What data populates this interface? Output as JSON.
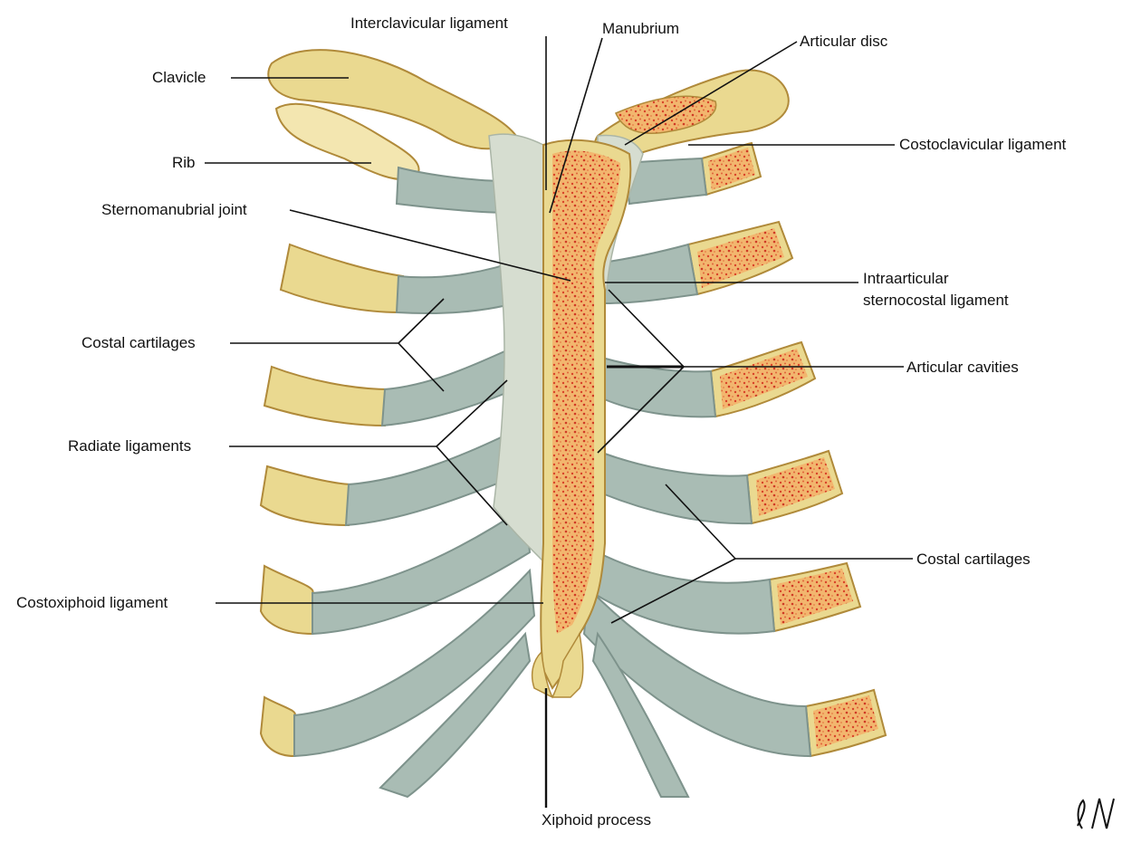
{
  "diagram": {
    "labels": {
      "interclavicular_ligament": "Interclavicular ligament",
      "manubrium": "Manubrium",
      "articular_disc": "Articular disc",
      "clavicle": "Clavicle",
      "rib": "Rib",
      "costoclavicular_ligament": "Costoclavicular ligament",
      "sternomanubrial_joint": "Sternomanubrial joint",
      "intraarticular_line1": "Intraarticular",
      "intraarticular_line2": "sternocostal ligament",
      "costal_cartilages_left": "Costal cartilages",
      "articular_cavities": "Articular cavities",
      "radiate_ligaments": "Radiate ligaments",
      "costal_cartilages_right": "Costal cartilages",
      "costoxiphoid_ligament": "Costoxiphoid ligament",
      "xiphoid_process": "Xiphoid process"
    },
    "colors": {
      "bone": "#e9d98f",
      "bone_light": "#f6edc4",
      "bone_shadow": "#c8a64e",
      "marrow": "#f0b070",
      "marrow_dot": "#d84a2a",
      "cartilage": "#a9bcb4",
      "cartilage_dark": "#7e938c",
      "ligament": "#cdd6c8",
      "line": "#111111"
    }
  }
}
